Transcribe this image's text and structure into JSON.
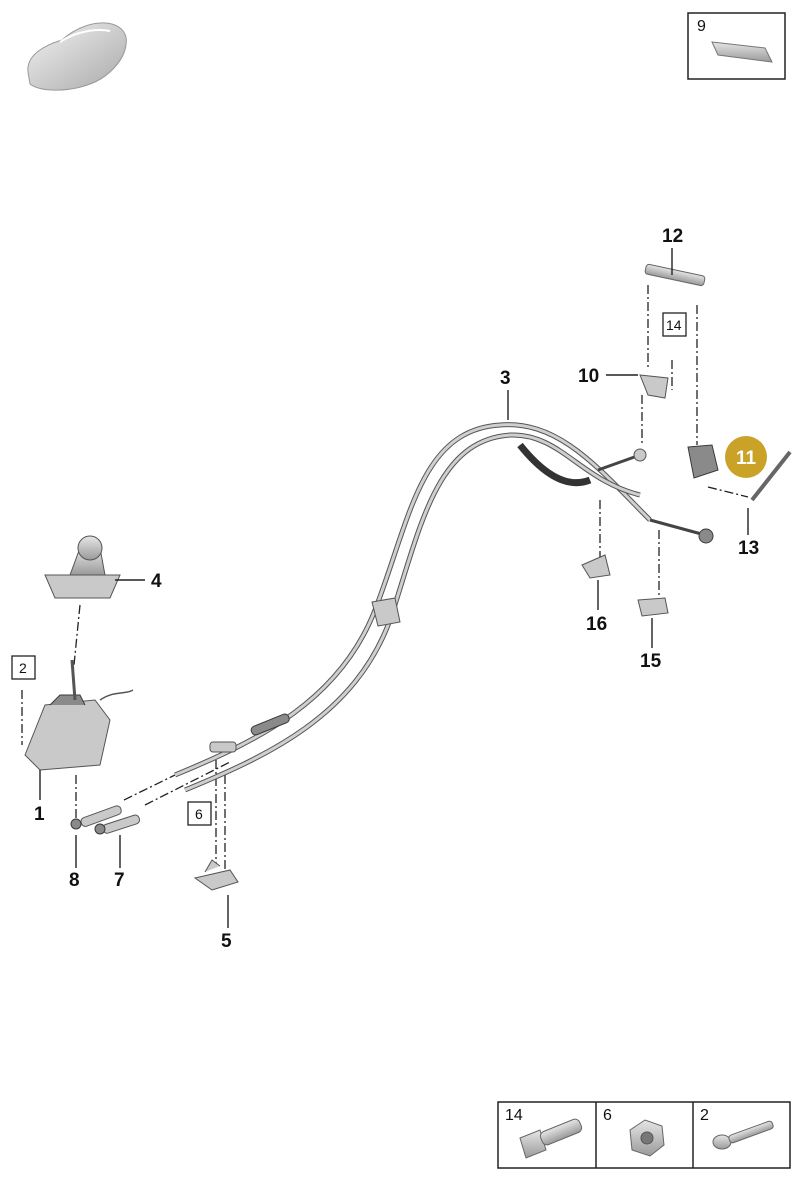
{
  "callouts": {
    "c1": "1",
    "c3": "3",
    "c4": "4",
    "c5": "5",
    "c7": "7",
    "c8": "8",
    "c10": "10",
    "c12": "12",
    "c13": "13",
    "c15": "15",
    "c16": "16"
  },
  "boxed_refs": {
    "ref2": "2",
    "ref6": "6",
    "ref14": "14"
  },
  "highlighted": {
    "label": "11",
    "color": "#c9a227"
  },
  "top_right_box": {
    "label": "9"
  },
  "legend": [
    {
      "label": "14",
      "icon": "bolt-icon"
    },
    {
      "label": "6",
      "icon": "hex-nut-icon"
    },
    {
      "label": "2",
      "icon": "screw-icon"
    }
  ],
  "vehicle_icon": "car-silhouette-icon"
}
